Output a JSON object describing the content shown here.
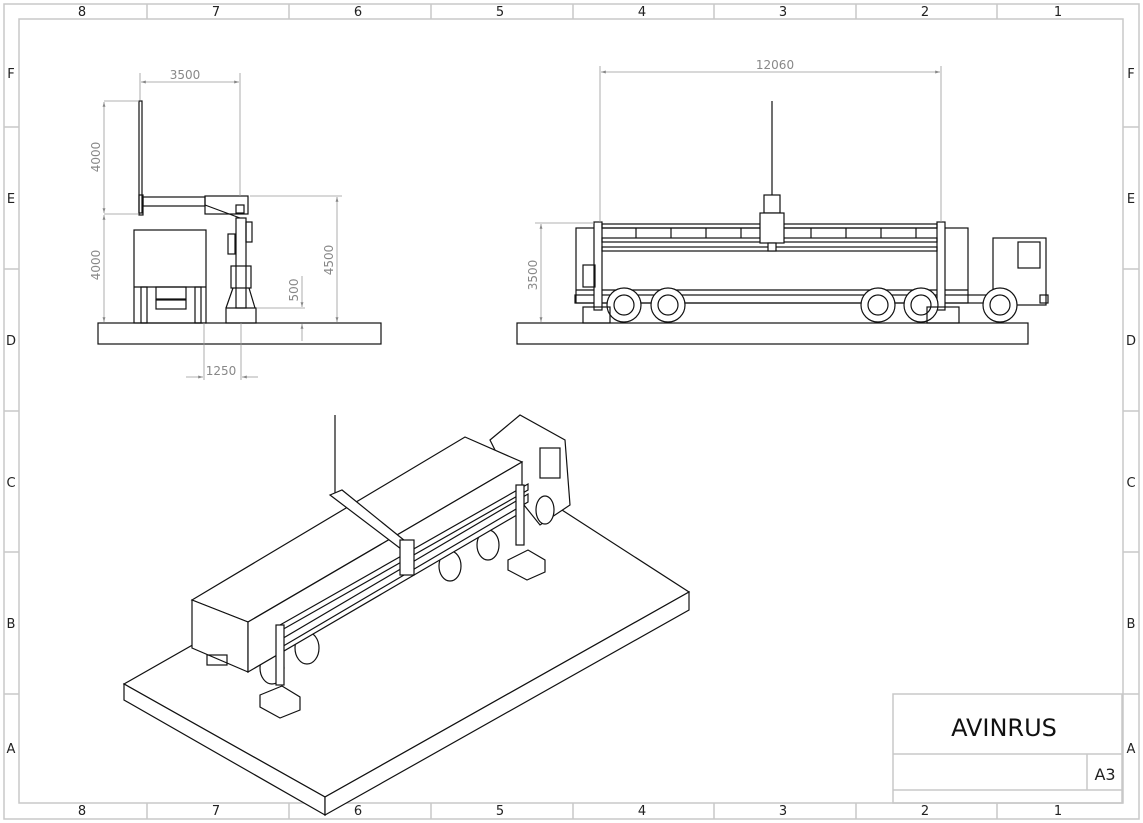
{
  "sheet": {
    "columns": [
      "8",
      "7",
      "6",
      "5",
      "4",
      "3",
      "2",
      "1"
    ],
    "rows": [
      "F",
      "E",
      "D",
      "C",
      "B",
      "A"
    ]
  },
  "side_view": {
    "dimensions": {
      "top_width": "3500",
      "mast_height": "4000",
      "lower_height": "4000",
      "total_height": "4500",
      "base_height": "500",
      "offset": "1250"
    }
  },
  "front_view": {
    "dimensions": {
      "span": "12060",
      "height": "3500"
    }
  },
  "title_block": {
    "company": "AVINRUS",
    "sheet_size": "A3"
  },
  "colors": {
    "frame": "#c8c8c8",
    "line": "#111111",
    "dimension": "#888888"
  }
}
